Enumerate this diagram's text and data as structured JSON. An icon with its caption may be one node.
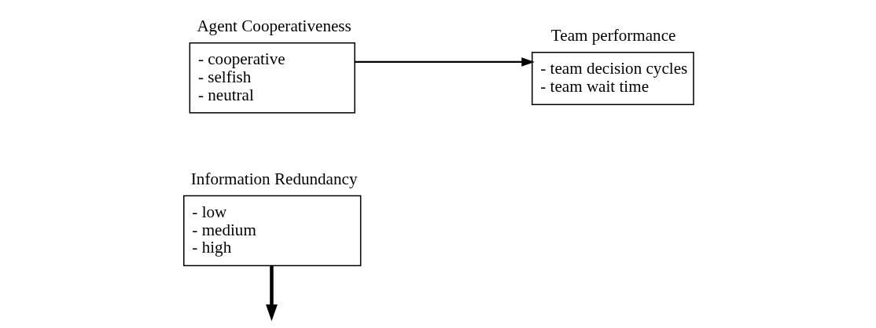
{
  "diagram": {
    "nodes": [
      {
        "text": [
          "Information Redundancy",
          "- low",
          "- medium",
          "- high"
        ]
      },
      {
        "text": [
          "Agent Cooperativeness",
          "- cooperative",
          "- selfish",
          "- neutral"
        ]
      },
      {
        "text": [
          "Team performance",
          "- team decision cycles",
          "- team wait time"
        ]
      }
    ],
    "edges": [
      {
        "from": 1,
        "to": 2,
        "arrow": "to"
      },
      {
        "from": 0,
        "to": null,
        "arrow": "to",
        "style": "thick"
      }
    ]
  }
}
